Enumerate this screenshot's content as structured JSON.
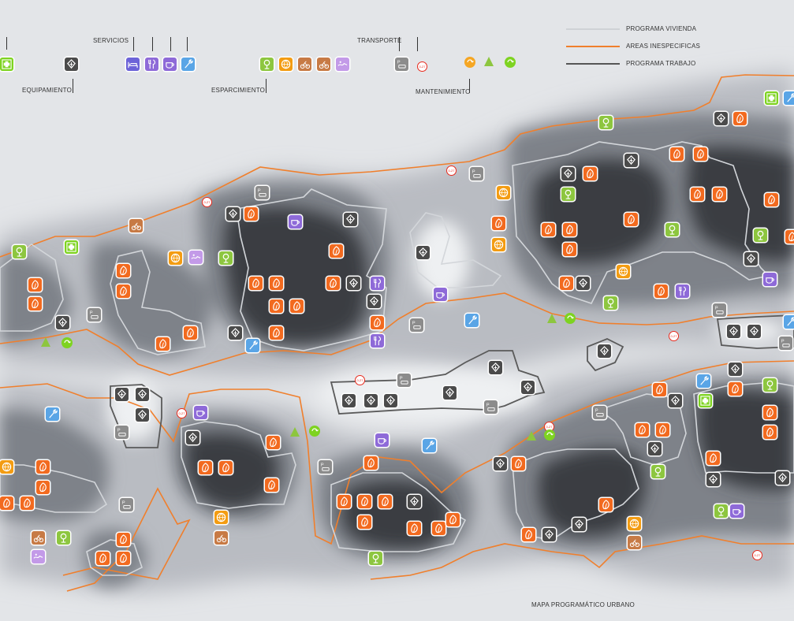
{
  "header": {
    "equipamiento": "EQUIPAMIENTO",
    "servicios": "SERVICIOS",
    "esparcimiento": "ESPARCIMIENTO",
    "transporte": "TRANSPORTE",
    "mantenimiento": "MANTENIMIENTO"
  },
  "legend": {
    "vivienda": "PROGRAMA  VIVIENDA",
    "inespecificas": "AREAS INESPECIFICAS",
    "trabajo": "PROGRAMA  TRABAJO"
  },
  "badge_text": "0-27",
  "caption": "MAPA PROGRAMÁTICO URBANO",
  "colors": {
    "housing": "#f26a1f",
    "work": "#4b4b4b",
    "health": "#7ed321",
    "green": "#8dc63f",
    "orange": "#f39c12",
    "purple": "#8e6ad8",
    "blue": "#5aa5e6",
    "lilac": "#c39ae8",
    "parking": "#8c8c8c",
    "brown": "#c77a45",
    "red_badge": "#e8291c",
    "orange_line": "#f07f2c",
    "white_line": "#cfd2d6",
    "dark_line": "#555555"
  },
  "icons": {
    "housing": "leaf-icon",
    "work": "leaf-outline-icon",
    "health": "cross-icon",
    "park": "tree-icon",
    "parking": "parking-icon",
    "food": "cutlery-icon",
    "cafe": "cup-icon",
    "tools": "wrench-icon",
    "bed": "bed-icon",
    "recycle": "recycle-icon"
  }
}
